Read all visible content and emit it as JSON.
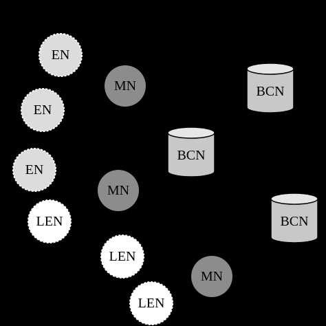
{
  "nodes": {
    "en": [
      {
        "label": "EN"
      },
      {
        "label": "EN"
      },
      {
        "label": "EN"
      }
    ],
    "len": [
      {
        "label": "LEN"
      },
      {
        "label": "LEN"
      },
      {
        "label": "LEN"
      }
    ],
    "mn": [
      {
        "label": "MN"
      },
      {
        "label": "MN"
      },
      {
        "label": "MN"
      }
    ],
    "bcn": [
      {
        "label": "BCN"
      },
      {
        "label": "BCN"
      },
      {
        "label": "BCN"
      }
    ]
  },
  "colors": {
    "background": "#000000",
    "en_fill": "#dcdcdc",
    "len_fill": "#ffffff",
    "mn_fill": "#8c8c8c",
    "bcn_body": "#c8c8c8",
    "bcn_top": "#e6e6e6",
    "stroke": "#000000"
  }
}
